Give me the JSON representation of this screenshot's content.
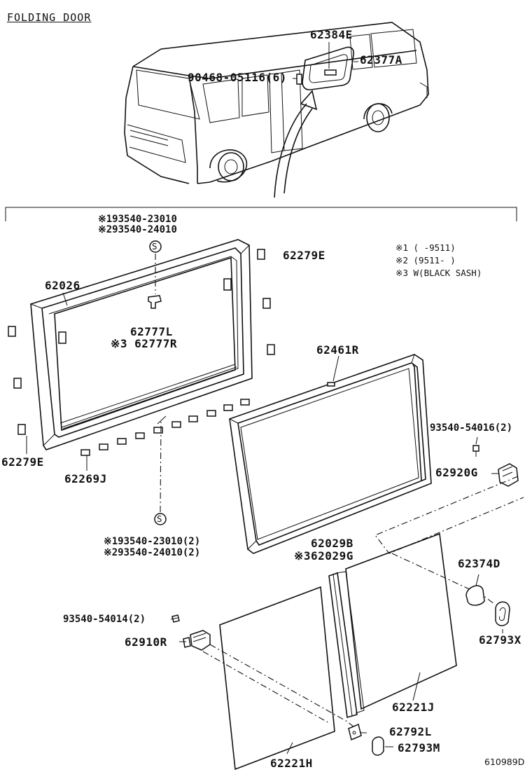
{
  "title": "FOLDING DOOR",
  "notes": [
    "※1 (     -9511)",
    "※2 (9511-     )",
    "※3 W(BLACK SASH)"
  ],
  "parts": {
    "p62384E": "62384E",
    "p62377A": "62377A",
    "p90468": "90468-05116(6)",
    "clip1": "※193540-23010",
    "clip2": "※293540-24010",
    "p62026": "62026",
    "p62279E_top": "62279E",
    "p62777L": "62777L",
    "p62777R": "※3 62777R",
    "p62461R": "62461R",
    "p62279E_bot": "62279E",
    "p62269J": "62269J",
    "p93540_54016": "93540-54016(2)",
    "p62920G": "62920G",
    "clip3": "※193540-23010(2)",
    "clip4": "※293540-24010(2)",
    "p62029B": "62029B",
    "p62029G": "※362029G",
    "p62374D": "62374D",
    "p93540_54014": "93540-54014(2)",
    "p62793X": "62793X",
    "p62910R": "62910R",
    "p62221J": "62221J",
    "p62792L": "62792L",
    "p62793M": "62793M",
    "p62221H": "62221H"
  },
  "screw_mark": "S",
  "ref": "610989D"
}
